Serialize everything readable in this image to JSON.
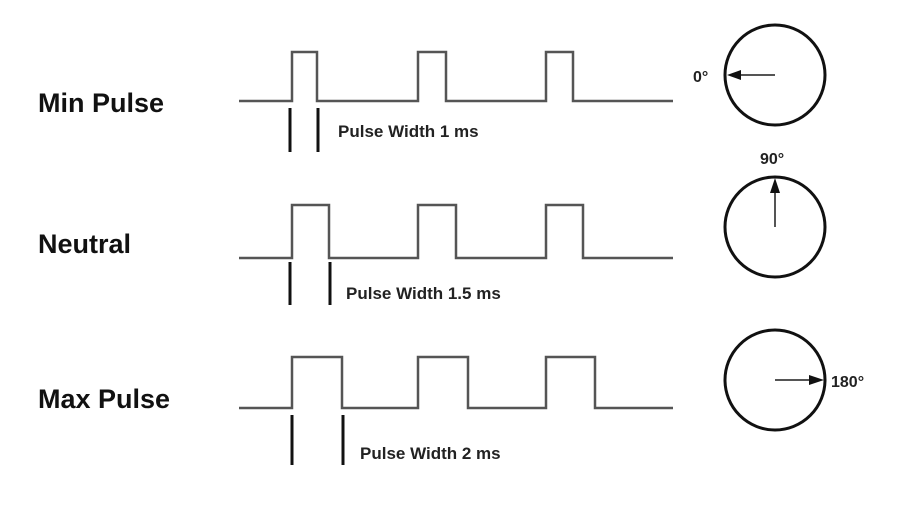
{
  "title": "Servo pulse width vs position",
  "colors": {
    "line": "#555555",
    "ink": "#111111"
  },
  "rows": [
    {
      "label": "Min Pulse",
      "pulse_width_text": "Pulse Width 1 ms",
      "pulse_ms": 1,
      "angle_text": "0°",
      "angle_deg": 0
    },
    {
      "label": "Neutral",
      "pulse_width_text": "Pulse Width 1.5 ms",
      "pulse_ms": 1.5,
      "angle_text": "90°",
      "angle_deg": 90
    },
    {
      "label": "Max Pulse",
      "pulse_width_text": "Pulse Width 2 ms",
      "pulse_ms": 2,
      "angle_text": "180°",
      "angle_deg": 180
    }
  ]
}
